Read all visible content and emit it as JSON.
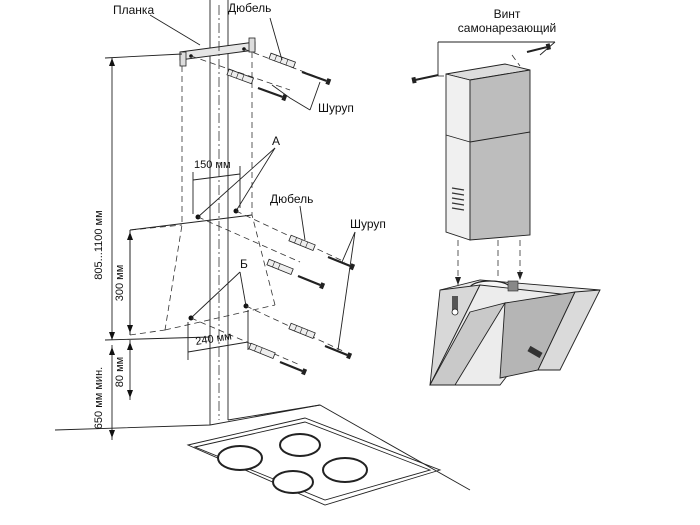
{
  "labels": {
    "bracket": "Планка",
    "dowel_top": "Дюбель",
    "screw_top": "Шуруп",
    "point_a": "А",
    "dim_150": "150 мм",
    "dowel_mid": "Дюбель",
    "screw_mid": "Шуруп",
    "point_b": "Б",
    "dim_240": "240 мм",
    "dim_805_1100": "805...1100 мм",
    "dim_300": "300 мм",
    "dim_80": "80 мм",
    "dim_650": "650 мм мин.",
    "self_tapping_screw_line1": "Винт",
    "self_tapping_screw_line2": "самонарезающий"
  }
}
